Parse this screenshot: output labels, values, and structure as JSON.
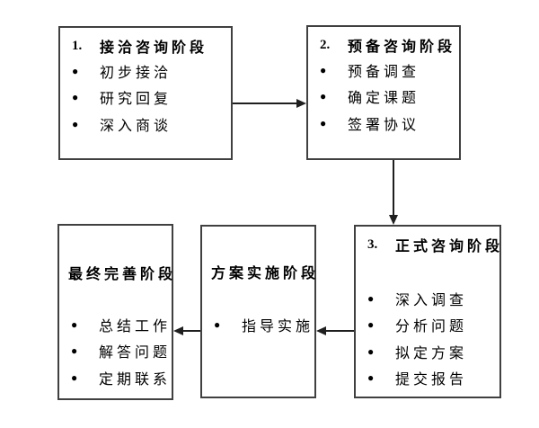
{
  "colors": {
    "background": "#ffffff",
    "box-border": "#404040",
    "arrow": "#1f1f1f",
    "text": "#000000"
  },
  "bullet": "●",
  "boxes": [
    {
      "number": "1.",
      "title": "接洽咨询阶段",
      "items": [
        "初步接洽",
        "研究回复",
        "深入商谈"
      ]
    },
    {
      "number": "2.",
      "title": "预备咨询阶段",
      "items": [
        "预备调查",
        "确定课题",
        "签署协议"
      ]
    },
    {
      "number": "3.",
      "title": "正式咨询阶段",
      "items": [
        "深入调查",
        "分析问题",
        "拟定方案",
        "提交报告"
      ]
    },
    {
      "number": "",
      "title": "方案实施阶段",
      "items": [
        "指导实施"
      ]
    },
    {
      "number": "",
      "title": "最终完善阶段",
      "items": [
        "总结工作",
        "解答问题",
        "定期联系"
      ]
    }
  ],
  "arrows": [
    {
      "from": "stage-1",
      "to": "stage-2",
      "direction": "right"
    },
    {
      "from": "stage-2",
      "to": "stage-3",
      "direction": "down"
    },
    {
      "from": "stage-3",
      "to": "stage-4",
      "direction": "left"
    },
    {
      "from": "stage-4",
      "to": "stage-5",
      "direction": "left"
    }
  ]
}
